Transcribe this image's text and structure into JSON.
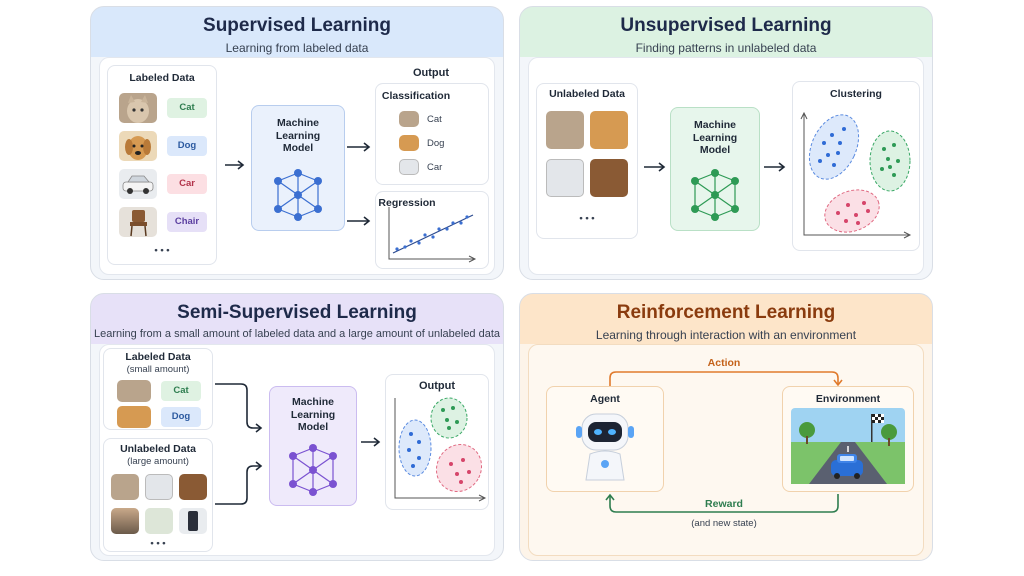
{
  "colors": {
    "supervised": "#d9e8fb",
    "unsupervised": "#dcf2e2",
    "semi": "#e7e1f8",
    "reinforcement": "#fde5c9",
    "cat_tag": "#dff2e2",
    "dog_tag": "#dbe8fb",
    "car_tag": "#fcdfe3",
    "chair_tag": "#e6e0f7"
  },
  "supervised": {
    "title": "Supervised Learning",
    "subtitle": "Learning from labeled data",
    "labeled_data": "Labeled Data",
    "items": [
      {
        "icon": "cat-photo",
        "label": "Cat"
      },
      {
        "icon": "dog-photo",
        "label": "Dog"
      },
      {
        "icon": "car-photo",
        "label": "Car"
      },
      {
        "icon": "chair-photo",
        "label": "Chair"
      }
    ],
    "ellipsis": "• • •",
    "model": "Machine\nLearning\nModel",
    "output": "Output",
    "classification": "Classification",
    "class_items": [
      {
        "icon": "cat-photo",
        "label": "Cat"
      },
      {
        "icon": "dog-photo",
        "label": "Dog"
      },
      {
        "icon": "car-photo",
        "label": "Car"
      }
    ],
    "regression": "Regression"
  },
  "unsupervised": {
    "title": "Unsupervised Learning",
    "subtitle": "Finding patterns in unlabeled data",
    "unlabeled_data": "Unlabeled Data",
    "ellipsis": "• • •",
    "model": "Machine\nLearning\nModel",
    "clustering": "Clustering"
  },
  "semi": {
    "title": "Semi-Supervised Learning",
    "subtitle": "Learning from a small amount of labeled data and a large amount of unlabeled data",
    "labeled_data": "Labeled Data",
    "labeled_amount": "(small amount)",
    "labeled_items": [
      {
        "icon": "cat-photo",
        "label": "Cat"
      },
      {
        "icon": "dog-photo",
        "label": "Dog"
      }
    ],
    "unlabeled_data": "Unlabeled Data",
    "unlabeled_amount": "(large amount)",
    "ellipsis": "• • •",
    "model": "Machine\nLearning\nModel",
    "output": "Output"
  },
  "reinforcement": {
    "title": "Reinforcement Learning",
    "subtitle": "Learning through interaction with an environment",
    "action": "Action",
    "agent": "Agent",
    "environment": "Environment",
    "reward": "Reward",
    "reward_note": "(and new state)"
  }
}
